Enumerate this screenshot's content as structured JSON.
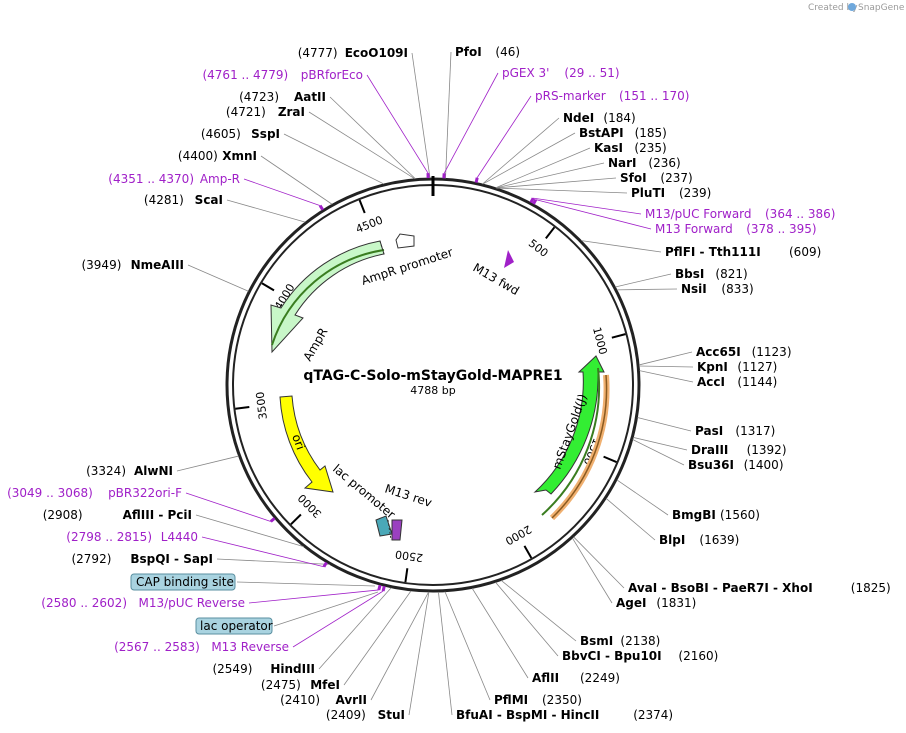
{
  "credit": "Created by",
  "brand": "SnapGene",
  "plasmid": {
    "name": "qTAG-C-Solo-mStayGold-MAPRE1",
    "length_label": "4788 bp"
  },
  "ticks": [
    "500",
    "1000",
    "1500",
    "2000",
    "2500",
    "3000",
    "3500",
    "4000",
    "4500"
  ],
  "features": {
    "ampr_promoter": "AmpR promoter",
    "ampr": "AmpR",
    "m13fwd": "M13 fwd",
    "ori": "ori",
    "lac_promoter": "lac promoter",
    "m13rev": "M13 rev",
    "mstaygold": "mStayGold(J)"
  },
  "sites_right": [
    {
      "name": "PfoI",
      "pos": "(46)"
    },
    {
      "name": "NdeI",
      "pos": "(184)"
    },
    {
      "name": "BstAPI",
      "pos": "(185)"
    },
    {
      "name": "KasI",
      "pos": "(235)"
    },
    {
      "name": "NarI",
      "pos": "(236)"
    },
    {
      "name": "SfoI",
      "pos": "(237)"
    },
    {
      "name": "PluTI",
      "pos": "(239)"
    },
    {
      "name": "PflFI - Tth111I",
      "pos": "(609)"
    },
    {
      "name": "BbsI",
      "pos": "(821)"
    },
    {
      "name": "NsiI",
      "pos": "(833)"
    },
    {
      "name": "Acc65I",
      "pos": "(1123)"
    },
    {
      "name": "KpnI",
      "pos": "(1127)"
    },
    {
      "name": "AccI",
      "pos": "(1144)"
    },
    {
      "name": "PasI",
      "pos": "(1317)"
    },
    {
      "name": "DraIII",
      "pos": "(1392)"
    },
    {
      "name": "Bsu36I",
      "pos": "(1400)"
    },
    {
      "name": "BmgBI",
      "pos": "(1560)"
    },
    {
      "name": "BlpI",
      "pos": "(1639)"
    },
    {
      "name": "AvaI - BsoBI - PaeR7I - XhoI",
      "pos": "(1825)"
    },
    {
      "name": "AgeI",
      "pos": "(1831)"
    },
    {
      "name": "BsmI",
      "pos": "(2138)"
    },
    {
      "name": "BbvCI - Bpu10I",
      "pos": "(2160)"
    },
    {
      "name": "AflII",
      "pos": "(2249)"
    },
    {
      "name": "PflMI",
      "pos": "(2350)"
    },
    {
      "name": "BfuAI - BspMI - HincII",
      "pos": "(2374)"
    }
  ],
  "sites_left": [
    {
      "name": "EcoO109I",
      "pos": "(4777)"
    },
    {
      "name": "AatII",
      "pos": "(4723)"
    },
    {
      "name": "ZraI",
      "pos": "(4721)"
    },
    {
      "name": "SspI",
      "pos": "(4605)"
    },
    {
      "name": "XmnI",
      "pos": "(4400)"
    },
    {
      "name": "ScaI",
      "pos": "(4281)"
    },
    {
      "name": "NmeAIII",
      "pos": "(3949)"
    },
    {
      "name": "AlwNI",
      "pos": "(3324)"
    },
    {
      "name": "AflIII - PciI",
      "pos": "(2908)"
    },
    {
      "name": "BspQI - SapI",
      "pos": "(2792)"
    },
    {
      "name": "HindIII",
      "pos": "(2549)"
    },
    {
      "name": "MfeI",
      "pos": "(2475)"
    },
    {
      "name": "AvrII",
      "pos": "(2410)"
    },
    {
      "name": "StuI",
      "pos": "(2409)"
    }
  ],
  "primers": [
    {
      "name": "pBRforEco",
      "range": "(4761 .. 4779)"
    },
    {
      "name": "pGEX 3'",
      "range": "(29 .. 51)"
    },
    {
      "name": "pRS-marker",
      "range": "(151 .. 170)"
    },
    {
      "name": "Amp-R",
      "range": "(4351 .. 4370)"
    },
    {
      "name": "M13/pUC Forward",
      "range": "(364 .. 386)"
    },
    {
      "name": "M13 Forward",
      "range": "(378 .. 395)"
    },
    {
      "name": "pBR322ori-F",
      "range": "(3049 .. 3068)"
    },
    {
      "name": "L4440",
      "range": "(2798 .. 2815)"
    },
    {
      "name": "M13/pUC Reverse",
      "range": "(2580 .. 2602)"
    },
    {
      "name": "M13 Reverse",
      "range": "(2567 .. 2583)"
    }
  ],
  "boxed": [
    "CAP binding site",
    "lac operator"
  ],
  "colors": {
    "ampr": "#c8f7c8",
    "ori": "#ffff00",
    "mstaygold": "#33ee33",
    "primer": "#a020c8",
    "backbone": "#222222"
  }
}
